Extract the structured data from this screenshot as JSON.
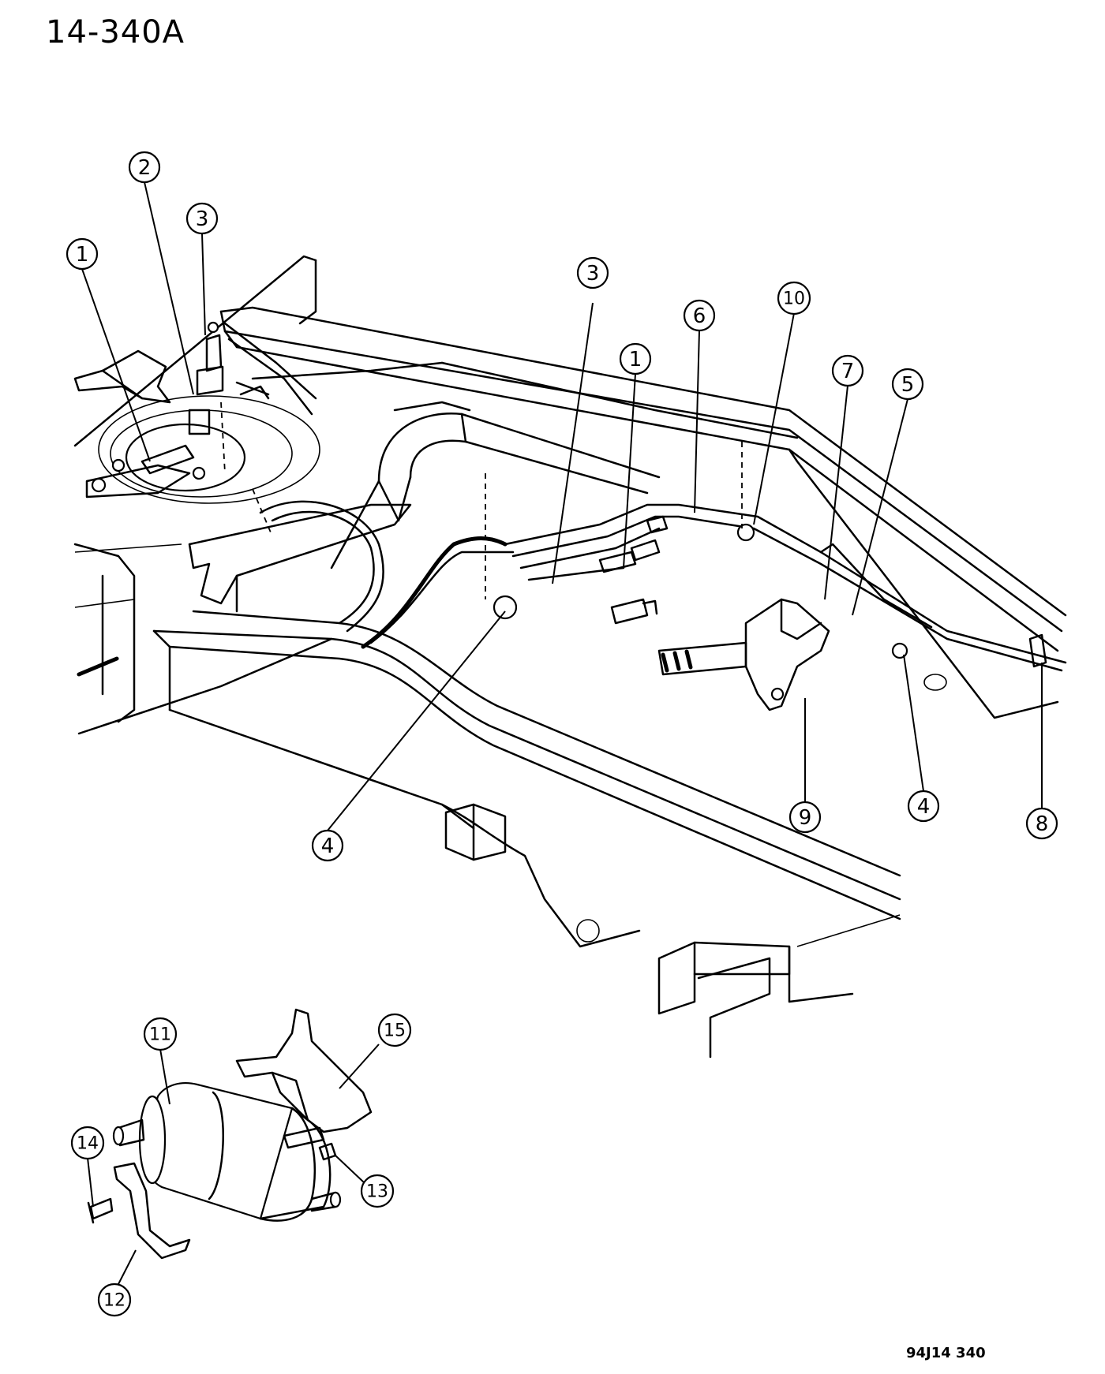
{
  "title": "14-340A",
  "figure_code": "94J14  340",
  "callouts": [
    "1",
    "2",
    "3",
    "3",
    "1",
    "6",
    "10",
    "7",
    "5",
    "4",
    "9",
    "4",
    "8",
    "11",
    "15",
    "14",
    "13",
    "12"
  ]
}
